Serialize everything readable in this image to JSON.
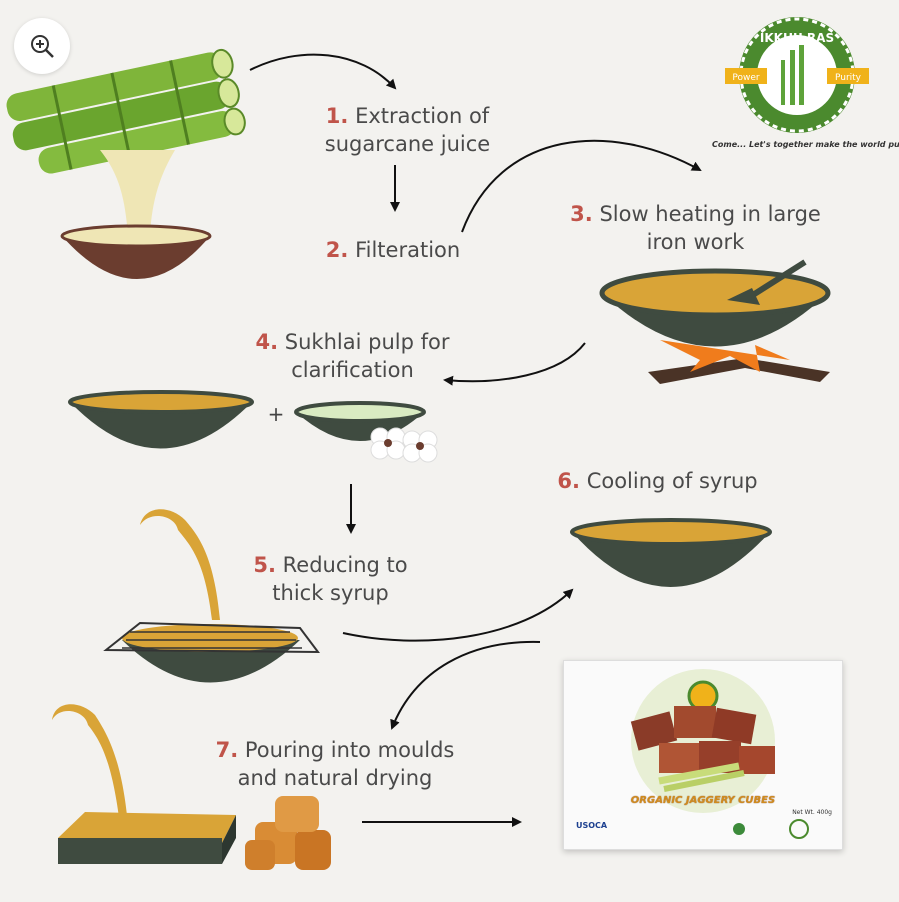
{
  "zoom": {
    "icon": "zoom-in-icon"
  },
  "brand": {
    "name": "IKKHU RAS",
    "left_ribbon": "Power",
    "right_ribbon": "Purity",
    "tagline": "Come... Let's together make the world pure",
    "colors": {
      "green": "#4b8a2e",
      "ribbon": "#f0b21a"
    }
  },
  "steps": [
    {
      "num": "1.",
      "line1": "Extraction of",
      "line2": "sugarcane juice"
    },
    {
      "num": "2.",
      "line1": "Filteration",
      "line2": ""
    },
    {
      "num": "3.",
      "line1": "Slow heating in large",
      "line2": "iron work"
    },
    {
      "num": "4.",
      "line1": "Sukhlai pulp for",
      "line2": "clarification"
    },
    {
      "num": "5.",
      "line1": "Reducing to",
      "line2": "thick syrup"
    },
    {
      "num": "6.",
      "line1": "Cooling of syrup",
      "line2": ""
    },
    {
      "num": "7.",
      "line1": "Pouring into moulds",
      "line2": "and natural drying"
    }
  ],
  "plus_sign": "+",
  "product": {
    "title": "ORGANIC JAGGERY CUBES",
    "weight": "Net Wt. 400g",
    "cert": "USOCA"
  },
  "colors": {
    "bowl": "#3f4b40",
    "syrup": "#d9a437",
    "juice": "#efe6b5",
    "step_number": "#c0544a",
    "text": "#4a4a4a"
  }
}
